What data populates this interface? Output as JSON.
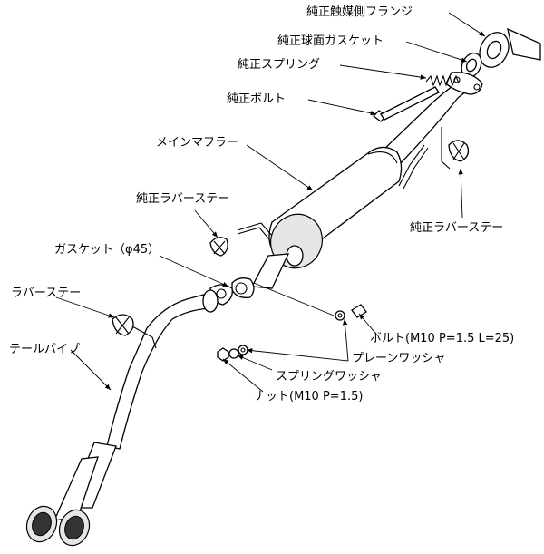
{
  "labels": {
    "cat_flange": "純正触媒側フランジ",
    "ball_gasket": "純正球面ガスケット",
    "spring": "純正スプリング",
    "bolt_oem": "純正ボルト",
    "main_muffler": "メインマフラー",
    "rubber_stay_left": "純正ラバーステー",
    "rubber_stay_right": "純正ラバーステー",
    "gasket": "ガスケット（φ45）",
    "rubber_stay": "ラバーステー",
    "tail_pipe": "テールパイプ",
    "bolt_spec": "ボルト(M10 P=1.5 L=25)",
    "plain_washer": "プレーンワッシャ",
    "spring_washer": "スプリングワッシャ",
    "nut_spec": "ナット(M10 P=1.5)"
  }
}
